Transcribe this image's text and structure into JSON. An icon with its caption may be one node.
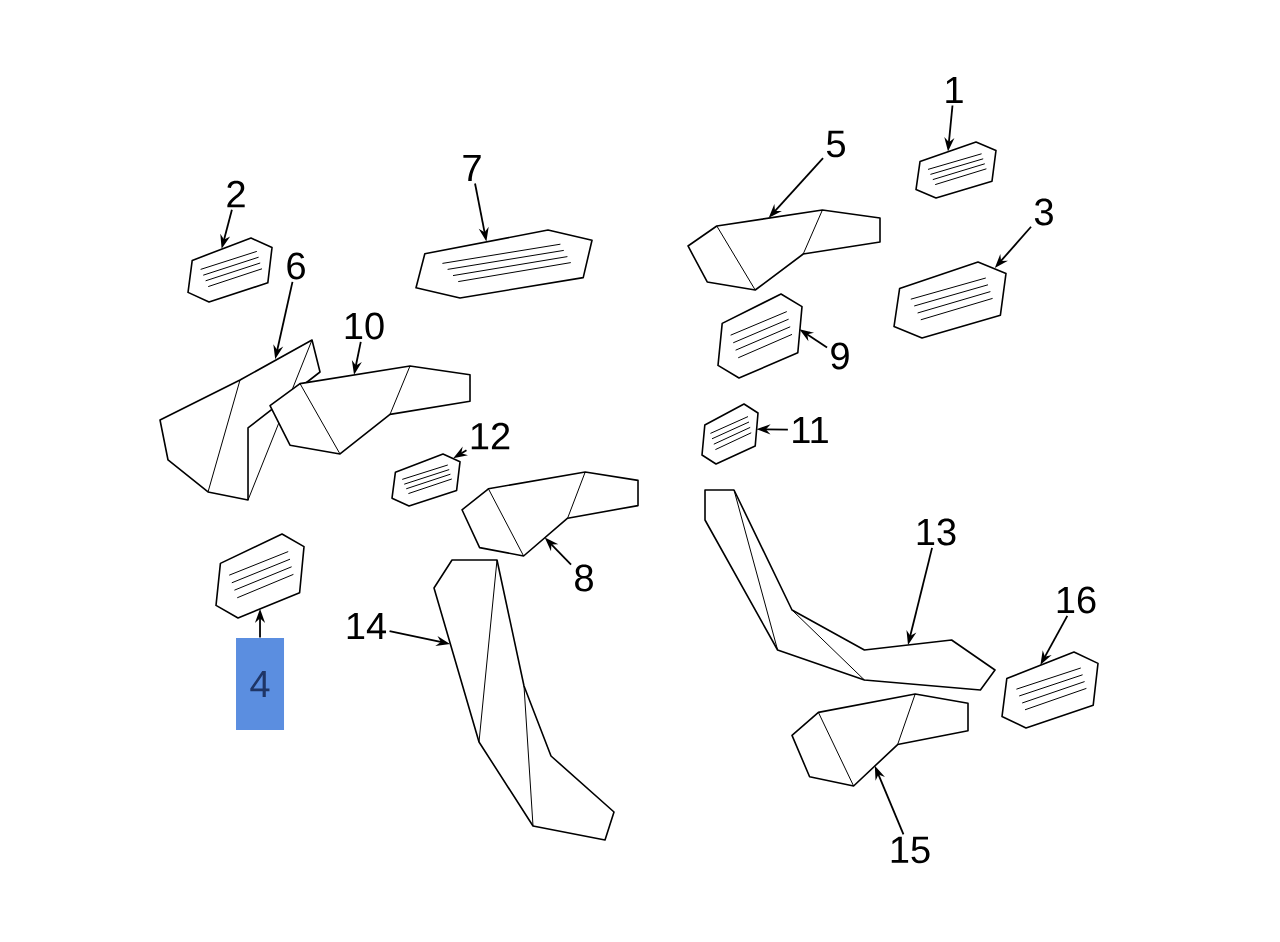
{
  "diagram": {
    "nodes": [
      {
        "text": [
          "1"
        ]
      },
      {
        "text": [],
        "shape": "picture"
      },
      {
        "text": [
          "2"
        ]
      },
      {
        "text": [],
        "shape": "picture"
      },
      {
        "text": [
          "3"
        ]
      },
      {
        "text": [],
        "shape": "picture"
      },
      {
        "text": [
          "4"
        ]
      },
      {
        "text": [],
        "shape": "picture"
      },
      {
        "text": [
          "5"
        ]
      },
      {
        "text": [],
        "shape": "picture"
      },
      {
        "text": [
          "6"
        ]
      },
      {
        "text": [],
        "shape": "picture"
      },
      {
        "text": [
          "7"
        ]
      },
      {
        "text": [],
        "shape": "picture"
      },
      {
        "text": [
          "8"
        ]
      },
      {
        "text": [],
        "shape": "picture"
      },
      {
        "text": [
          "9"
        ]
      },
      {
        "text": [],
        "shape": "picture"
      },
      {
        "text": [
          "10"
        ]
      },
      {
        "text": [],
        "shape": "picture"
      },
      {
        "text": [
          "11"
        ]
      },
      {
        "text": [],
        "shape": "picture"
      },
      {
        "text": [
          "12"
        ]
      },
      {
        "text": [],
        "shape": "picture"
      },
      {
        "text": [
          "13"
        ]
      },
      {
        "text": [],
        "shape": "picture"
      },
      {
        "text": [
          "14"
        ]
      },
      {
        "text": [],
        "shape": "picture"
      },
      {
        "text": [
          "15"
        ]
      },
      {
        "text": [],
        "shape": "picture"
      },
      {
        "text": [
          "16"
        ]
      },
      {
        "text": [],
        "shape": "picture"
      }
    ],
    "edges": [
      {
        "from": 0,
        "to": 1,
        "arrow": "to"
      },
      {
        "from": 2,
        "to": 3,
        "arrow": "to"
      },
      {
        "from": 4,
        "to": 5,
        "arrow": "to"
      },
      {
        "from": 6,
        "to": 7,
        "arrow": "to"
      },
      {
        "from": 8,
        "to": 9,
        "arrow": "to"
      },
      {
        "from": 10,
        "to": 11,
        "arrow": "to"
      },
      {
        "from": 12,
        "to": 13,
        "arrow": "to"
      },
      {
        "from": 14,
        "to": 15,
        "arrow": "to"
      },
      {
        "from": 16,
        "to": 17,
        "arrow": "to"
      },
      {
        "from": 18,
        "to": 19,
        "arrow": "to"
      },
      {
        "from": 20,
        "to": 21,
        "arrow": "to"
      },
      {
        "from": 22,
        "to": 23,
        "arrow": "to"
      },
      {
        "from": 24,
        "to": 25,
        "arrow": "to"
      },
      {
        "from": 26,
        "to": 27,
        "arrow": "to"
      },
      {
        "from": 28,
        "to": 29,
        "arrow": "to"
      },
      {
        "from": 30,
        "to": 31,
        "arrow": "to"
      }
    ]
  }
}
